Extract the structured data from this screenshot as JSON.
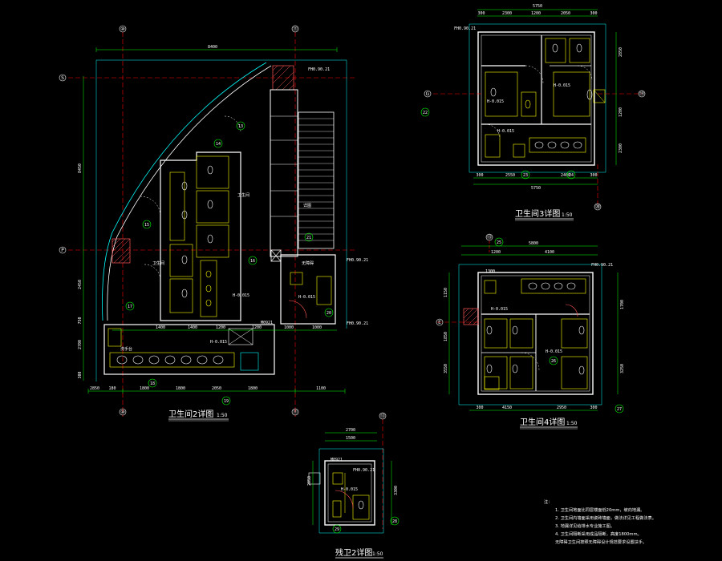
{
  "colors": {
    "background": "#000000",
    "wall": "#ffffff",
    "fixture": "#ffff00",
    "dimension": "#00ff00",
    "grid_line": "#ff0000",
    "hatch": "#ff5555",
    "outline": "#00ffff",
    "annotation": "#00ff00"
  },
  "drawings": {
    "d2": {
      "title": "卫生间2详图",
      "scale": "1:50",
      "grid_top": [
        "⑩",
        "⑪"
      ],
      "grid_bottom": [
        "⑩",
        "⑪"
      ],
      "grid_left": [
        "S",
        "P"
      ],
      "dims_top": [
        "8400"
      ],
      "dims_bottom": [
        "2850",
        "180",
        "1800",
        "1800",
        "2050",
        "1800",
        "1100"
      ],
      "dims_mid": [
        "1400",
        "1400",
        "1200",
        "1200",
        "1000",
        "1000"
      ],
      "dims_left": [
        "8450",
        "2450",
        "750",
        "2700",
        "300"
      ],
      "notes": [
        "FH0.90.21",
        "FH0.90.21",
        "FH0.90.21",
        "M0921",
        "H-0.015",
        "H-0.015",
        "H-0.015",
        "卫生间",
        "卫生间",
        "无障碍",
        "详图",
        "洗手台"
      ],
      "callouts": [
        "13",
        "14",
        "15",
        "16",
        "17",
        "18",
        "19",
        "20",
        "21"
      ]
    },
    "d3": {
      "title": "卫生间3详图",
      "scale": "1:50",
      "grid_left": [
        "G"
      ],
      "grid_right": [
        "⑲"
      ],
      "grid_bottom": [
        "⑳"
      ],
      "dims_top": [
        "5750",
        "300",
        "2300",
        "1200",
        "2050",
        "300"
      ],
      "dims_bottom": [
        "300",
        "2550",
        "2400",
        "300",
        "5750"
      ],
      "dims_right": [
        "2850",
        "1200",
        "2300"
      ],
      "notes": [
        "FH0.90.21",
        "H-0.015",
        "H-0.015",
        "H-0.015"
      ],
      "callouts": [
        "22",
        "23",
        "24"
      ]
    },
    "d4": {
      "title": "卫生间4详图",
      "scale": "1:50",
      "grid_left": [
        "E"
      ],
      "grid_top": [
        "⑬"
      ],
      "dims_top": [
        "5800",
        "1200",
        "4100"
      ],
      "dims_bottom": [
        "300",
        "4150",
        "2950",
        "300"
      ],
      "dims_left": [
        "3550",
        "1850",
        "1150"
      ],
      "dims_right": [
        "3250",
        "1700"
      ],
      "notes": [
        "FH0.90.21",
        "H-0.015",
        "H-0.015",
        "1300"
      ],
      "callouts": [
        "25",
        "26",
        "27"
      ]
    },
    "d5": {
      "title": "残卫2详图",
      "scale": "1:50",
      "grid_top": [
        "⑬"
      ],
      "dims_top": [
        "2700",
        "1500"
      ],
      "dims_left": [
        "2050",
        "3300"
      ],
      "notes": [
        "FH0.90.21",
        "M0921",
        "H-0.015"
      ],
      "callouts": [
        "28",
        "29"
      ]
    }
  },
  "notes": {
    "heading": "注：",
    "items": [
      "1.  卫生间地面比同层楼面低20mm，坡向地漏。",
      "2.  卫生间内墙面采用瓷砖墙面，做法详见工程做法表。",
      "3.  地漏详见给排水专业施工图。",
      "4.  卫生间隔断采用成品隔断，高度1800mm。",
      "    无障碍卫生间按照无障碍设计规范要求设置扶手。"
    ]
  }
}
